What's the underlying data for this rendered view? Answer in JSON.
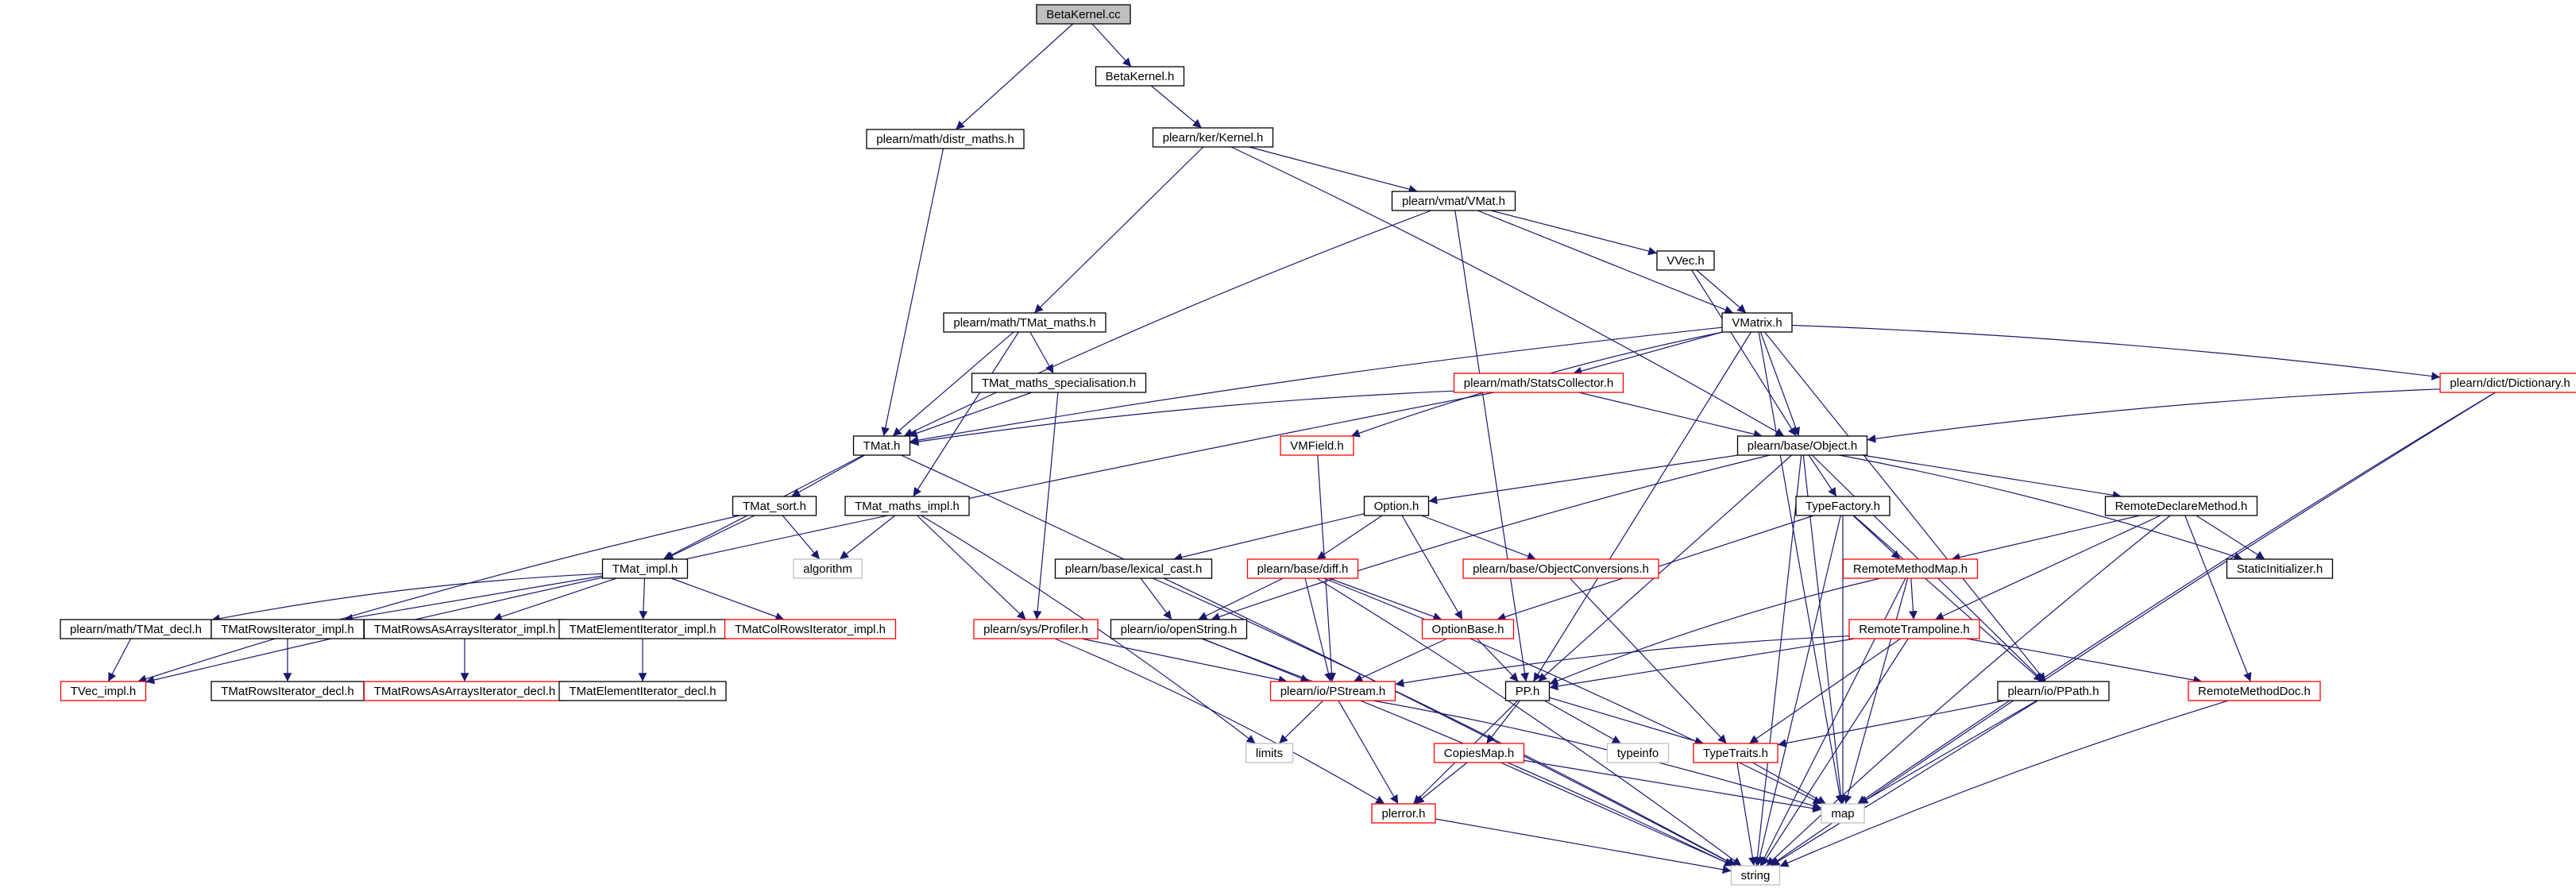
{
  "colors": {
    "edge": "#191970",
    "black_border": "#000000",
    "red_border": "#ff0000",
    "gray_border": "#bfbfbf",
    "root_fill": "#bfbfbf",
    "node_fill": "#ffffff",
    "text": "#000000"
  },
  "nodes": [
    {
      "id": "BetaKernel.cc",
      "label": "BetaKernel.cc",
      "style": "root"
    },
    {
      "id": "distr_maths",
      "label": "plearn/math/distr_maths.h",
      "style": "black"
    },
    {
      "id": "BetaKernel.h",
      "label": "BetaKernel.h",
      "style": "black"
    },
    {
      "id": "Kernel.h",
      "label": "plearn/ker/Kernel.h",
      "style": "black"
    },
    {
      "id": "VMat.h",
      "label": "plearn/vmat/VMat.h",
      "style": "black"
    },
    {
      "id": "VVec.h",
      "label": "VVec.h",
      "style": "black"
    },
    {
      "id": "TMat_maths.h",
      "label": "plearn/math/TMat_maths.h",
      "style": "black"
    },
    {
      "id": "VMatrix.h",
      "label": "VMatrix.h",
      "style": "black"
    },
    {
      "id": "TMat_maths_specialisation",
      "label": "TMat_maths_specialisation.h",
      "style": "black"
    },
    {
      "id": "StatsCollector",
      "label": "plearn/math/StatsCollector.h",
      "style": "red"
    },
    {
      "id": "Dictionary",
      "label": "plearn/dict/Dictionary.h",
      "style": "red"
    },
    {
      "id": "TMat.h",
      "label": "TMat.h",
      "style": "black"
    },
    {
      "id": "VMField",
      "label": "VMField.h",
      "style": "red"
    },
    {
      "id": "Object.h",
      "label": "plearn/base/Object.h",
      "style": "black"
    },
    {
      "id": "TMat_sort",
      "label": "TMat_sort.h",
      "style": "black"
    },
    {
      "id": "TMat_maths_impl",
      "label": "TMat_maths_impl.h",
      "style": "black"
    },
    {
      "id": "Option.h",
      "label": "Option.h",
      "style": "black"
    },
    {
      "id": "TypeFactory",
      "label": "TypeFactory.h",
      "style": "black"
    },
    {
      "id": "RemoteDeclareMethod",
      "label": "RemoteDeclareMethod.h",
      "style": "black"
    },
    {
      "id": "algorithm",
      "label": "algorithm",
      "style": "gray"
    },
    {
      "id": "TMat_impl",
      "label": "TMat_impl.h",
      "style": "black"
    },
    {
      "id": "lexical_cast",
      "label": "plearn/base/lexical_cast.h",
      "style": "black"
    },
    {
      "id": "diff",
      "label": "plearn/base/diff.h",
      "style": "red"
    },
    {
      "id": "ObjectConversions",
      "label": "plearn/base/ObjectConversions.h",
      "style": "red"
    },
    {
      "id": "RemoteMethodMap",
      "label": "RemoteMethodMap.h",
      "style": "red"
    },
    {
      "id": "StaticInitializer",
      "label": "StaticInitializer.h",
      "style": "black"
    },
    {
      "id": "TMat_decl",
      "label": "plearn/math/TMat_decl.h",
      "style": "black"
    },
    {
      "id": "TMatRowsIterator_impl",
      "label": "TMatRowsIterator_impl.h",
      "style": "black"
    },
    {
      "id": "TMatRowsAsArraysIterator_impl",
      "label": "TMatRowsAsArraysIterator_impl.h",
      "style": "black"
    },
    {
      "id": "TMatElementIterator_impl",
      "label": "TMatElementIterator_impl.h",
      "style": "black"
    },
    {
      "id": "TMatColRowsIterator_impl",
      "label": "TMatColRowsIterator_impl.h",
      "style": "red"
    },
    {
      "id": "Profiler",
      "label": "plearn/sys/Profiler.h",
      "style": "red"
    },
    {
      "id": "openString",
      "label": "plearn/io/openString.h",
      "style": "black"
    },
    {
      "id": "OptionBase",
      "label": "OptionBase.h",
      "style": "red"
    },
    {
      "id": "RemoteTrampoline",
      "label": "RemoteTrampoline.h",
      "style": "red"
    },
    {
      "id": "TVec_impl",
      "label": "TVec_impl.h",
      "style": "red"
    },
    {
      "id": "TMatRowsIterator_decl",
      "label": "TMatRowsIterator_decl.h",
      "style": "black"
    },
    {
      "id": "TMatRowsAsArraysIterator_decl",
      "label": "TMatRowsAsArraysIterator_decl.h",
      "style": "red"
    },
    {
      "id": "TMatElementIterator_decl",
      "label": "TMatElementIterator_decl.h",
      "style": "black"
    },
    {
      "id": "PStream",
      "label": "plearn/io/PStream.h",
      "style": "red"
    },
    {
      "id": "PP.h",
      "label": "PP.h",
      "style": "black"
    },
    {
      "id": "PPath",
      "label": "plearn/io/PPath.h",
      "style": "black"
    },
    {
      "id": "RemoteMethodDoc",
      "label": "RemoteMethodDoc.h",
      "style": "red"
    },
    {
      "id": "limits",
      "label": "limits",
      "style": "gray"
    },
    {
      "id": "typeinfo",
      "label": "typeinfo",
      "style": "gray"
    },
    {
      "id": "CopiesMap",
      "label": "CopiesMap.h",
      "style": "red"
    },
    {
      "id": "TypeTraits",
      "label": "TypeTraits.h",
      "style": "red"
    },
    {
      "id": "map",
      "label": "map",
      "style": "gray"
    },
    {
      "id": "perror",
      "label": "plerror.h",
      "style": "red"
    },
    {
      "id": "string",
      "label": "string",
      "style": "gray"
    }
  ],
  "edges": [
    [
      "BetaKernel.cc",
      "distr_maths"
    ],
    [
      "BetaKernel.cc",
      "BetaKernel.h"
    ],
    [
      "distr_maths",
      "TMat.h"
    ],
    [
      "BetaKernel.h",
      "Kernel.h"
    ],
    [
      "Kernel.h",
      "VMat.h"
    ],
    [
      "Kernel.h",
      "TMat_maths.h"
    ],
    [
      "Kernel.h",
      "Object.h"
    ],
    [
      "VMat.h",
      "TMat.h"
    ],
    [
      "VMat.h",
      "VVec.h"
    ],
    [
      "VMat.h",
      "VMatrix.h"
    ],
    [
      "VMat.h",
      "PP.h"
    ],
    [
      "VVec.h",
      "VMatrix.h"
    ],
    [
      "VVec.h",
      "Object.h"
    ],
    [
      "TMat_maths.h",
      "TMat.h"
    ],
    [
      "TMat_maths.h",
      "TMat_maths_specialisation"
    ],
    [
      "TMat_maths.h",
      "TMat_maths_impl"
    ],
    [
      "TMat_maths_specialisation",
      "TMat.h"
    ],
    [
      "TMat_maths_specialisation",
      "Profiler"
    ],
    [
      "VMatrix.h",
      "TMat.h"
    ],
    [
      "VMatrix.h",
      "StatsCollector"
    ],
    [
      "VMatrix.h",
      "VMField"
    ],
    [
      "VMatrix.h",
      "Object.h"
    ],
    [
      "VMatrix.h",
      "Dictionary"
    ],
    [
      "VMatrix.h",
      "PP.h"
    ],
    [
      "VMatrix.h",
      "PPath"
    ],
    [
      "VMatrix.h",
      "map"
    ],
    [
      "StatsCollector",
      "TMat.h"
    ],
    [
      "StatsCollector",
      "Object.h"
    ],
    [
      "StatsCollector",
      "TVec_impl"
    ],
    [
      "Dictionary",
      "Object.h"
    ],
    [
      "Dictionary",
      "map"
    ],
    [
      "Dictionary",
      "string"
    ],
    [
      "TMat.h",
      "TMat_sort"
    ],
    [
      "TMat.h",
      "TMat_impl"
    ],
    [
      "TMat.h",
      "string"
    ],
    [
      "VMField",
      "PStream"
    ],
    [
      "TMat_sort",
      "TMat_impl"
    ],
    [
      "TMat_sort",
      "algorithm"
    ],
    [
      "TMat_sort",
      "TVec_impl"
    ],
    [
      "TMat_maths_impl",
      "algorithm"
    ],
    [
      "TMat_maths_impl",
      "Profiler"
    ],
    [
      "TMat_maths_impl",
      "limits"
    ],
    [
      "TMat_impl",
      "TMat_decl"
    ],
    [
      "TMat_impl",
      "TMatRowsIterator_impl"
    ],
    [
      "TMat_impl",
      "TMatRowsAsArraysIterator_impl"
    ],
    [
      "TMat_impl",
      "TMatElementIterator_impl"
    ],
    [
      "TMat_impl",
      "TMatColRowsIterator_impl"
    ],
    [
      "TMat_decl",
      "TVec_impl"
    ],
    [
      "TMatRowsIterator_impl",
      "TMatRowsIterator_decl"
    ],
    [
      "TMatRowsAsArraysIterator_impl",
      "TMatRowsAsArraysIterator_decl"
    ],
    [
      "TMatElementIterator_impl",
      "TMatElementIterator_decl"
    ],
    [
      "Object.h",
      "Option.h"
    ],
    [
      "Object.h",
      "TypeFactory"
    ],
    [
      "Object.h",
      "RemoteDeclareMethod"
    ],
    [
      "Object.h",
      "StaticInitializer"
    ],
    [
      "Object.h",
      "openString"
    ],
    [
      "Object.h",
      "PP.h"
    ],
    [
      "Object.h",
      "PPath"
    ],
    [
      "Object.h",
      "map"
    ],
    [
      "Object.h",
      "string"
    ],
    [
      "Option.h",
      "lexical_cast"
    ],
    [
      "Option.h",
      "diff"
    ],
    [
      "Option.h",
      "ObjectConversions"
    ],
    [
      "Option.h",
      "OptionBase"
    ],
    [
      "TypeFactory",
      "RemoteMethodMap"
    ],
    [
      "TypeFactory",
      "OptionBase"
    ],
    [
      "TypeFactory",
      "PPath"
    ],
    [
      "TypeFactory",
      "map"
    ],
    [
      "TypeFactory",
      "string"
    ],
    [
      "RemoteDeclareMethod",
      "RemoteMethodMap"
    ],
    [
      "RemoteDeclareMethod",
      "StaticInitializer"
    ],
    [
      "RemoteDeclareMethod",
      "RemoteTrampoline"
    ],
    [
      "RemoteDeclareMethod",
      "RemoteMethodDoc"
    ],
    [
      "RemoteDeclareMethod",
      "string"
    ],
    [
      "lexical_cast",
      "openString"
    ],
    [
      "lexical_cast",
      "string"
    ],
    [
      "diff",
      "openString"
    ],
    [
      "diff",
      "OptionBase"
    ],
    [
      "diff",
      "PStream"
    ],
    [
      "diff",
      "map"
    ],
    [
      "diff",
      "string"
    ],
    [
      "ObjectConversions",
      "TypeTraits"
    ],
    [
      "RemoteMethodMap",
      "RemoteTrampoline"
    ],
    [
      "RemoteMethodMap",
      "PP.h"
    ],
    [
      "RemoteMethodMap",
      "map"
    ],
    [
      "RemoteMethodMap",
      "string"
    ],
    [
      "Profiler",
      "PStream"
    ],
    [
      "Profiler",
      "perror"
    ],
    [
      "openString",
      "PStream"
    ],
    [
      "openString",
      "string"
    ],
    [
      "OptionBase",
      "PStream"
    ],
    [
      "OptionBase",
      "PP.h"
    ],
    [
      "RemoteTrampoline",
      "PStream"
    ],
    [
      "RemoteTrampoline",
      "PP.h"
    ],
    [
      "RemoteTrampoline",
      "TypeTraits"
    ],
    [
      "RemoteTrampoline",
      "RemoteMethodDoc"
    ],
    [
      "RemoteTrampoline",
      "string"
    ],
    [
      "PStream",
      "limits"
    ],
    [
      "PStream",
      "perror"
    ],
    [
      "PStream",
      "map"
    ],
    [
      "PP.h",
      "typeinfo"
    ],
    [
      "PP.h",
      "CopiesMap"
    ],
    [
      "PP.h",
      "TypeTraits"
    ],
    [
      "PP.h",
      "perror"
    ],
    [
      "PPath",
      "TypeTraits"
    ],
    [
      "PPath",
      "map"
    ],
    [
      "PPath",
      "string"
    ],
    [
      "RemoteMethodDoc",
      "string"
    ],
    [
      "CopiesMap",
      "perror"
    ],
    [
      "CopiesMap",
      "map"
    ],
    [
      "CopiesMap",
      "string"
    ],
    [
      "TypeTraits",
      "map"
    ],
    [
      "TypeTraits",
      "string"
    ],
    [
      "perror",
      "string"
    ]
  ]
}
